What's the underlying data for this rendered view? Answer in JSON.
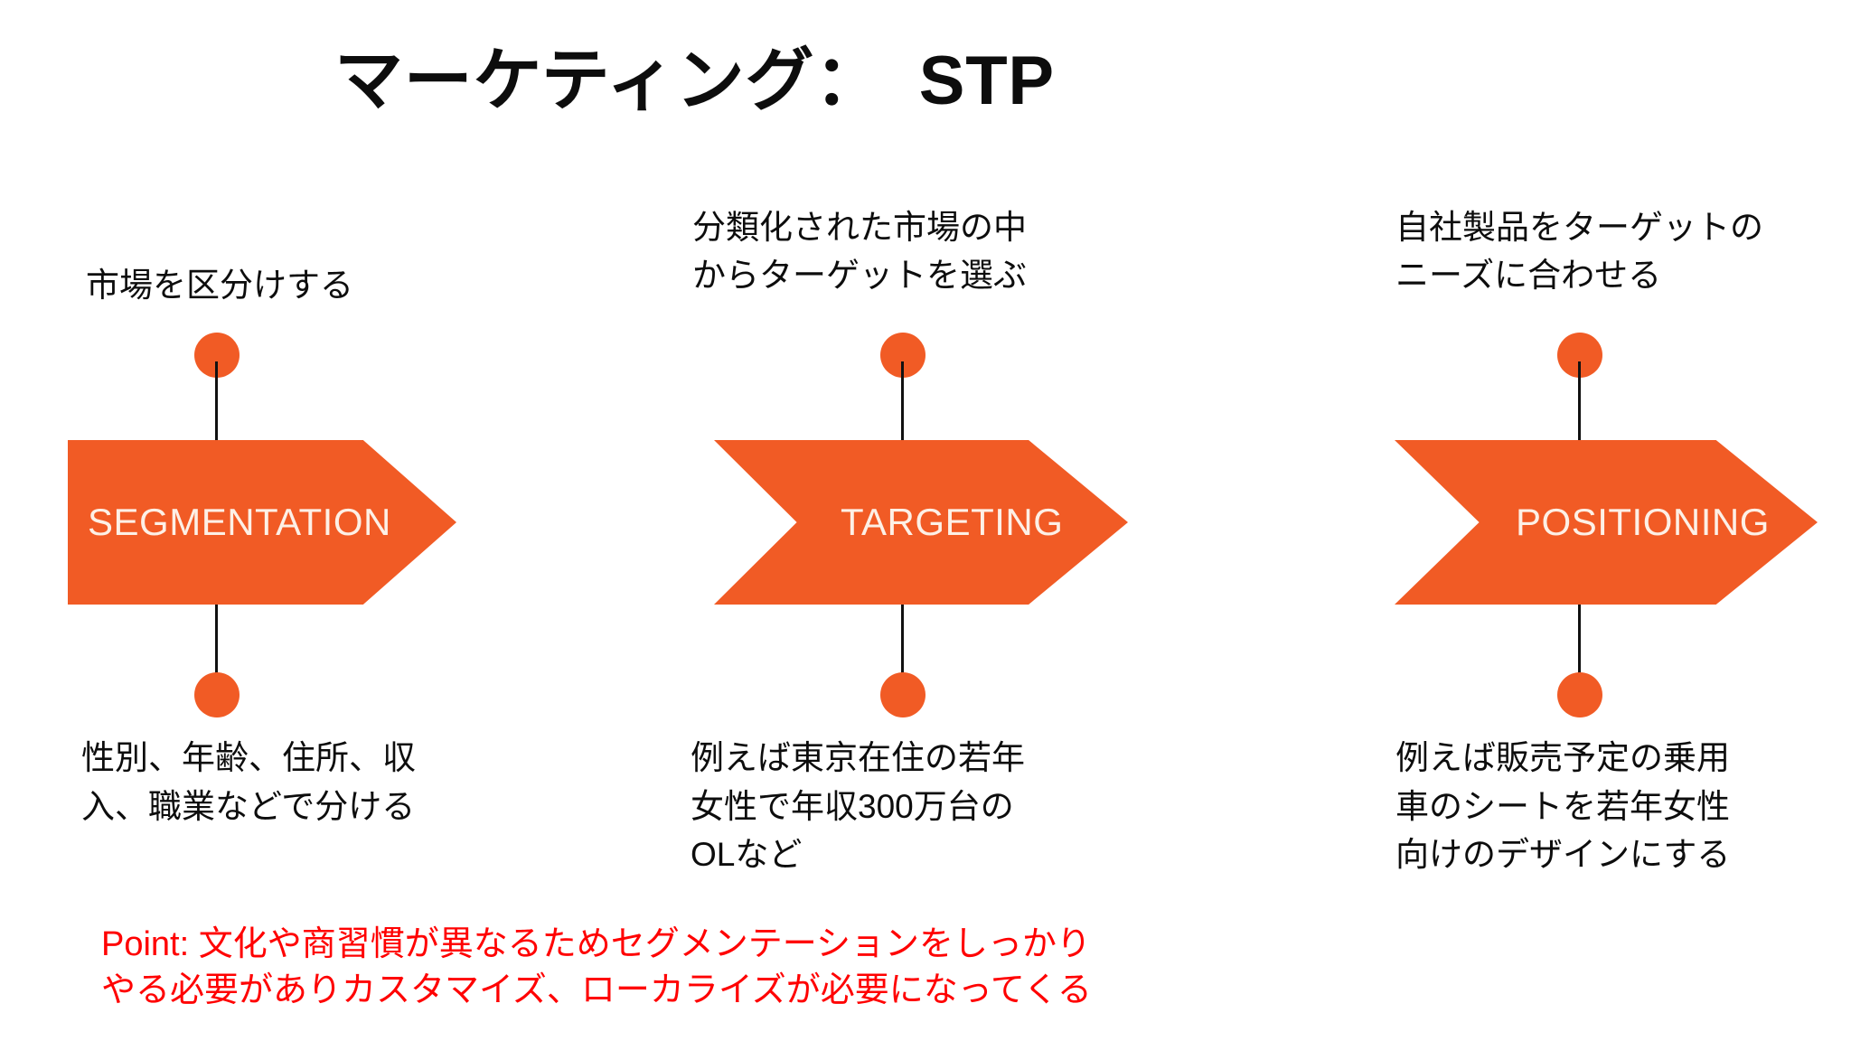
{
  "slide": {
    "title": "マーケティング：　STP",
    "background_color": "#FFFFFF",
    "accent_color": "#F15B25",
    "text_color": "#0D0D0D",
    "note_color": "#FF0000"
  },
  "columns": [
    {
      "id": "segmentation",
      "arrow_label": "SEGMENTATION",
      "top_text": "市場を区分けする",
      "bottom_text": "性別、年齢、住所、収\n入、職業などで分ける"
    },
    {
      "id": "targeting",
      "arrow_label": "TARGETING",
      "top_text": "分類化された市場の中\nからターゲットを選ぶ",
      "bottom_text": "例えば東京在住の若年\n女性で年収300万台の\nOLなど"
    },
    {
      "id": "positioning",
      "arrow_label": "POSITIONING",
      "top_text": "自社製品をターゲットの\nニーズに合わせる",
      "bottom_text": "例えば販売予定の乗用\n車のシートを若年女性\n向けのデザインにする"
    }
  ],
  "note": {
    "text": "Point: 文化や商習慣が異なるためセグメンテーションをしっかり\nやる必要がありカスタマイズ、ローカライズが必要になってくる"
  }
}
